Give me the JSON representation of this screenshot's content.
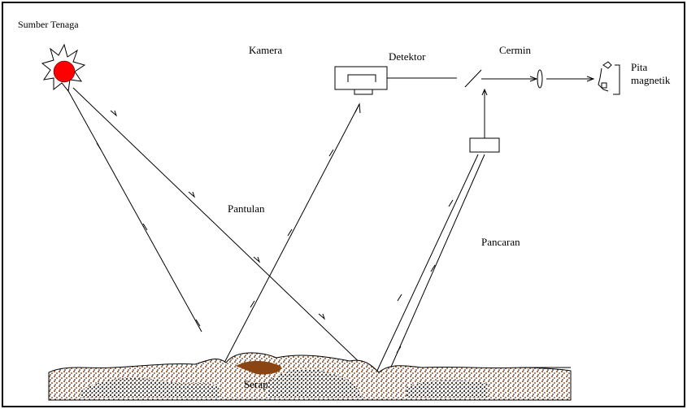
{
  "labels": {
    "energy_source": "Sumber Tenaga",
    "camera": "Kamera",
    "detector": "Detektor",
    "mirror": "Cermin",
    "tape_line1": "Pita",
    "tape_line2": "magnetik",
    "reflection": "Pantulan",
    "emission": "Pancaran",
    "absorption": "Serap"
  },
  "colors": {
    "sun": "#ff0000",
    "soil": "#8b4513",
    "soil_dark": "#000000",
    "line": "#000000"
  }
}
